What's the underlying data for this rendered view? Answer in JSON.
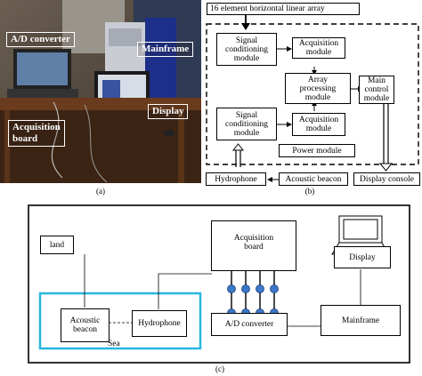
{
  "panel_a": {
    "caption": "(a)",
    "labels": {
      "ad_converter": "A/D converter",
      "mainframe": "Mainframe",
      "display": "Display",
      "acquisition_board": "Acquisition\nboard"
    }
  },
  "panel_b": {
    "caption": "(b)",
    "array_title": "16 element horizontal linear array",
    "signal_conditioning_top": "Signal\nconditioning\nmodule",
    "acquisition_top": "Acquisition\nmodule",
    "array_processing": "Array\nprocessing\nmodule",
    "main_control": "Main\ncontrol\nmodule",
    "signal_conditioning_bottom": "Signal\nconditioning\nmodule",
    "acquisition_bottom": "Acquisition\nmodule",
    "power_module": "Power module",
    "hydrophone": "Hydrophone",
    "acoustic_beacon": "Acoustic beacon",
    "display_console": "Display console"
  },
  "panel_c": {
    "caption": "(c)",
    "land": "land",
    "acquisition_board": "Acquisition\nboard",
    "display": "Display",
    "acoustic_beacon": "Acoustic\nbeacon",
    "hydrophone": "Hydrophone",
    "ad_converter": "A/D converter",
    "mainframe": "Mainframe",
    "sea": "Sea"
  },
  "colors": {
    "sea_border": "#29b6e0",
    "connector_dot": "#3c78c8"
  }
}
